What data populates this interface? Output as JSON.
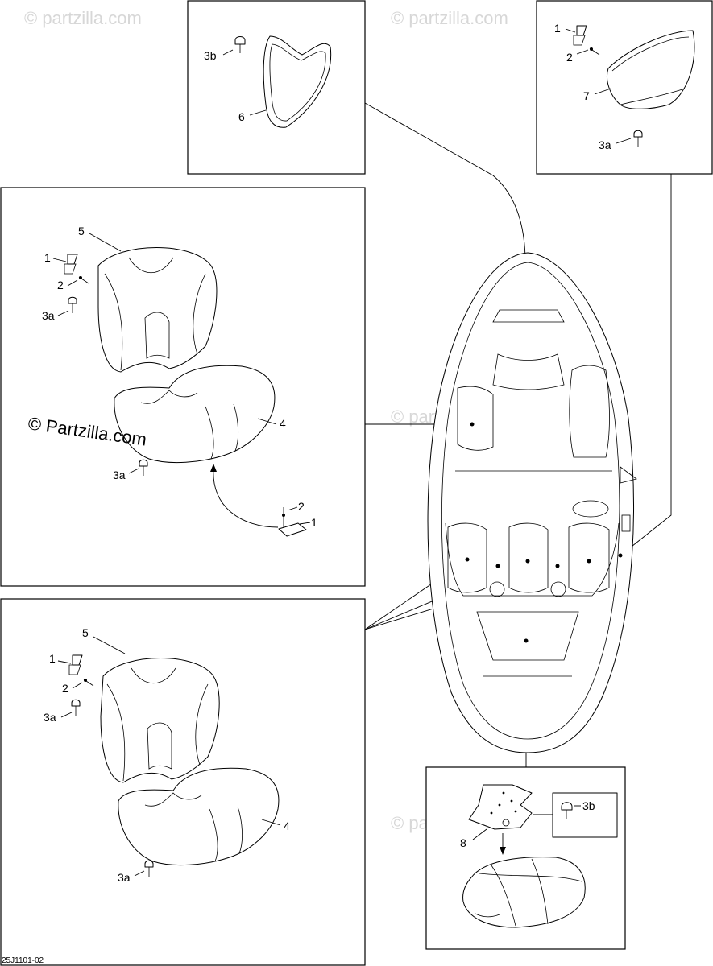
{
  "watermark": {
    "text": "© Partzilla.com",
    "small_text": "© partzilla.com"
  },
  "callouts": {
    "p1": "1",
    "p2": "2",
    "p3a": "3a",
    "p3b": "3b",
    "p4": "4",
    "p5": "5",
    "p6": "6",
    "p7": "7",
    "p8": "8"
  },
  "diagram_reference": "25J1101-02"
}
